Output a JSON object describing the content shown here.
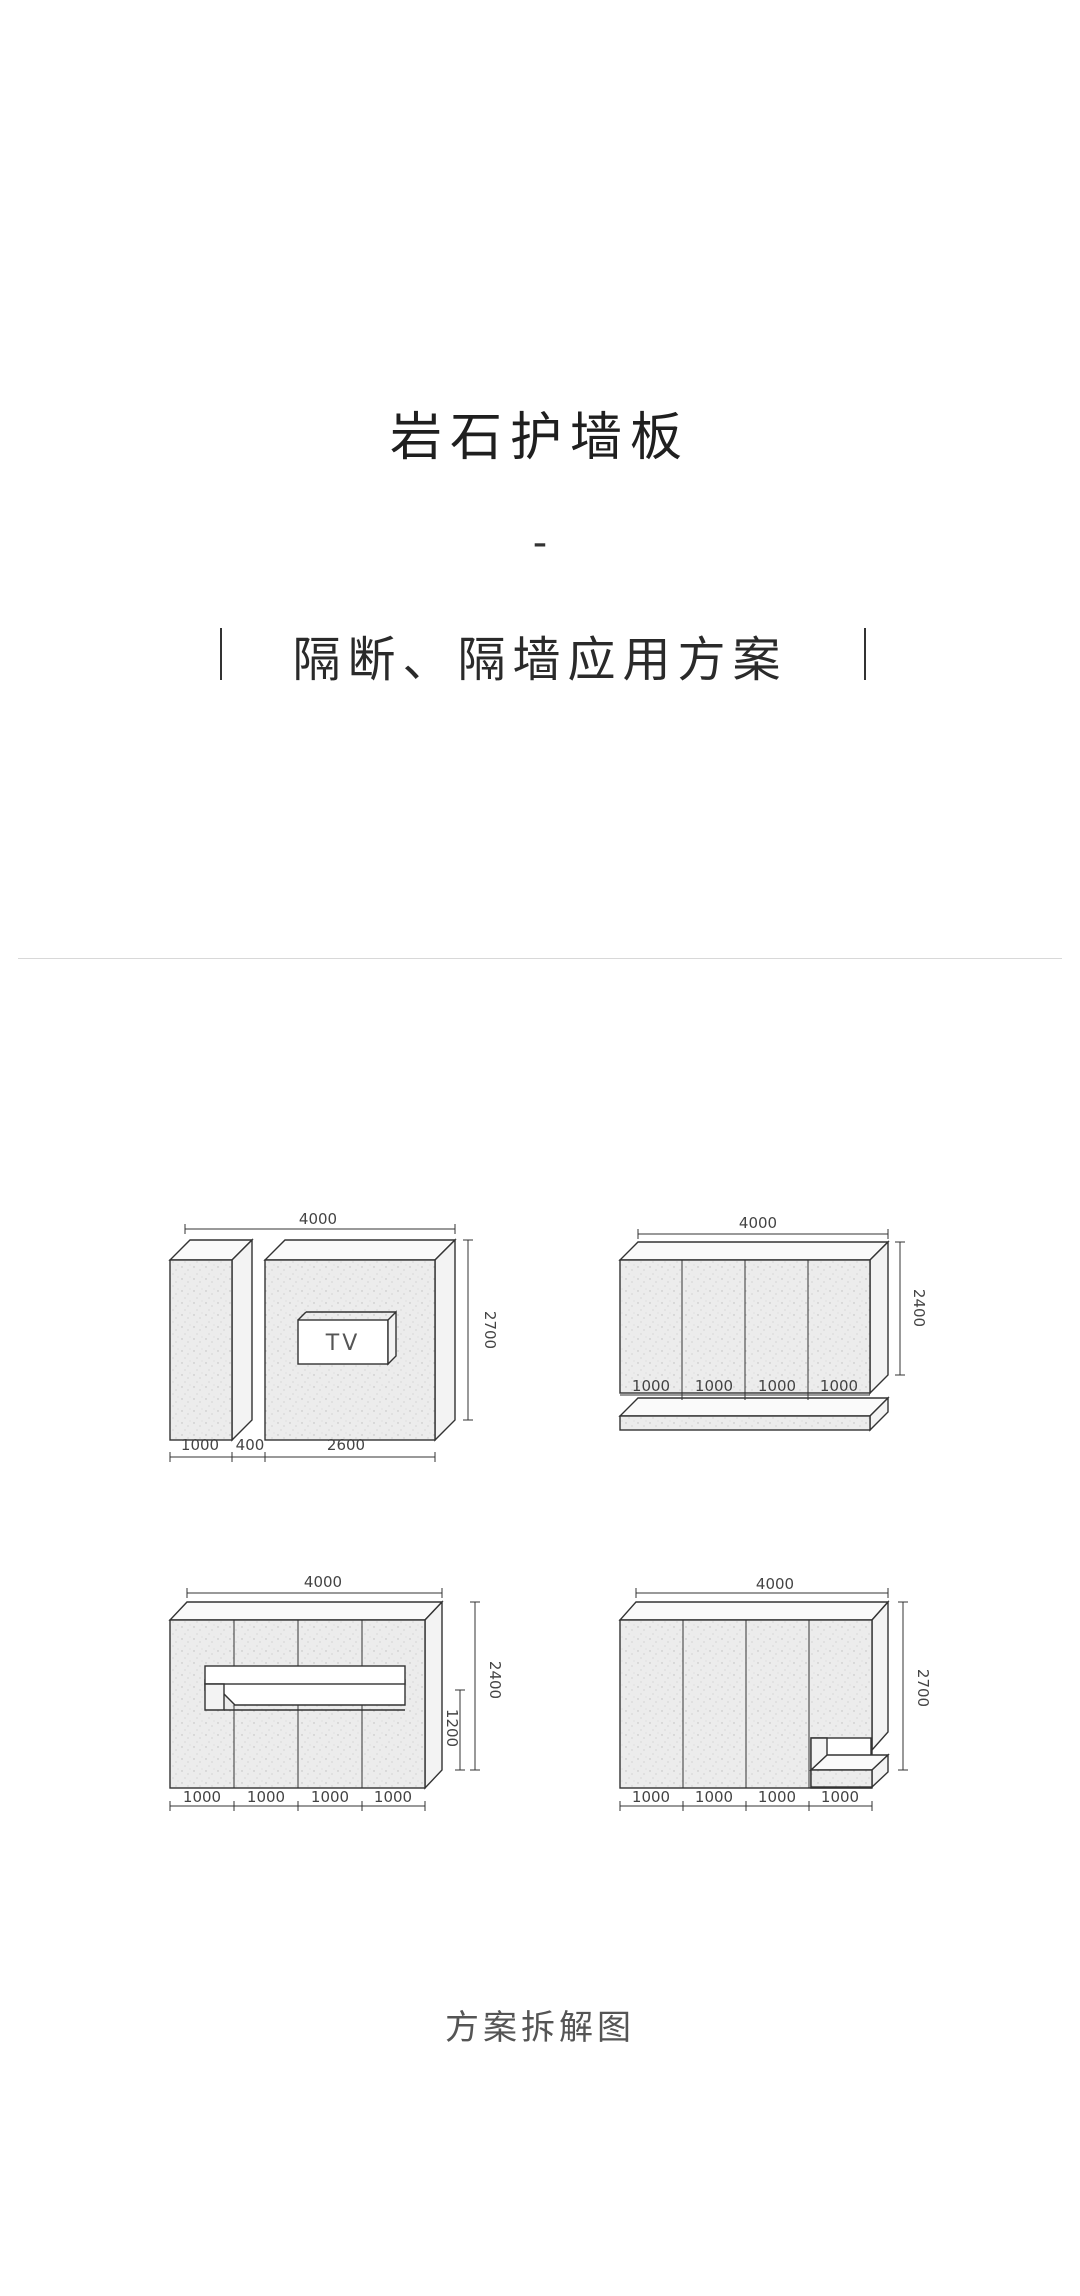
{
  "header": {
    "title": "岩石护墙板",
    "dash": "-",
    "subtitle": "隔断、隔墙应用方案"
  },
  "diagrams": {
    "d1": {
      "top": "4000",
      "side": "2700",
      "b1": "1000",
      "b2": "400",
      "b3": "2600",
      "tv": "TV"
    },
    "d2": {
      "top": "4000",
      "side": "2400",
      "b1": "1000",
      "b2": "1000",
      "b3": "1000",
      "b4": "1000"
    },
    "d3": {
      "top": "4000",
      "side1": "2400",
      "side2": "1200",
      "b1": "1000",
      "b2": "1000",
      "b3": "1000",
      "b4": "1000"
    },
    "d4": {
      "top": "4000",
      "side": "2700",
      "b1": "1000",
      "b2": "1000",
      "b3": "1000",
      "b4": "1000"
    }
  },
  "caption": "方案拆解图"
}
